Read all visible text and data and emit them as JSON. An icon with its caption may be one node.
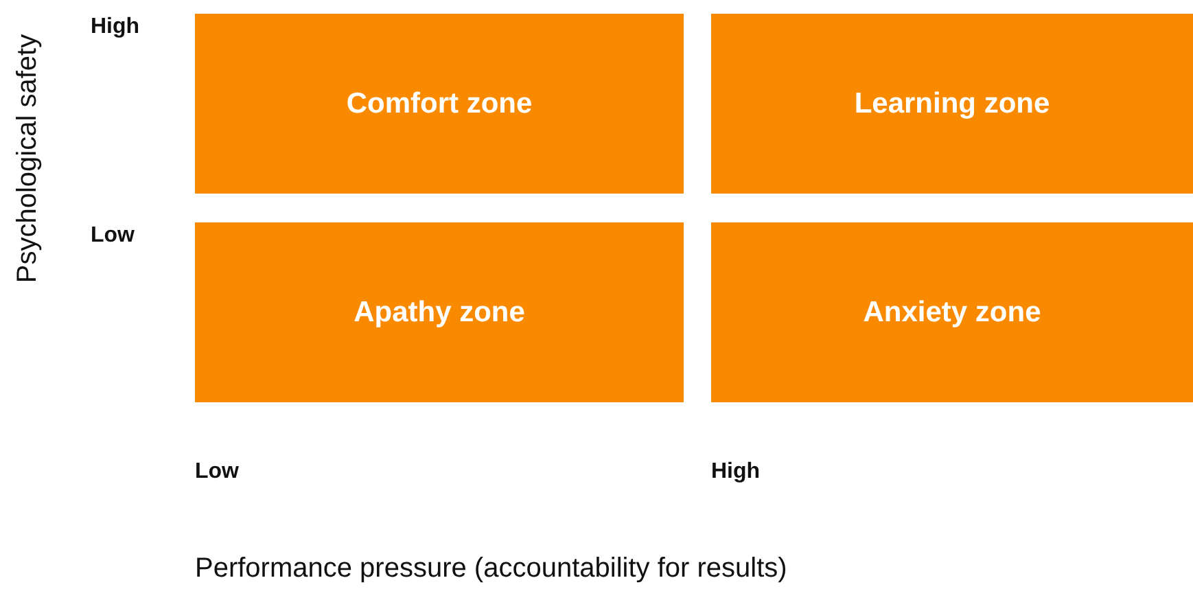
{
  "diagram": {
    "nodes": [
      {
        "text": [
          "Comfort zone"
        ]
      },
      {
        "text": [
          "Learning zone"
        ]
      },
      {
        "text": [
          "Apathy zone"
        ]
      },
      {
        "text": [
          "Anxiety zone"
        ]
      }
    ],
    "labels": [
      "Psychological safety",
      "High",
      "Low",
      "Low",
      "High",
      "Performance pressure (accountability for results)"
    ]
  }
}
